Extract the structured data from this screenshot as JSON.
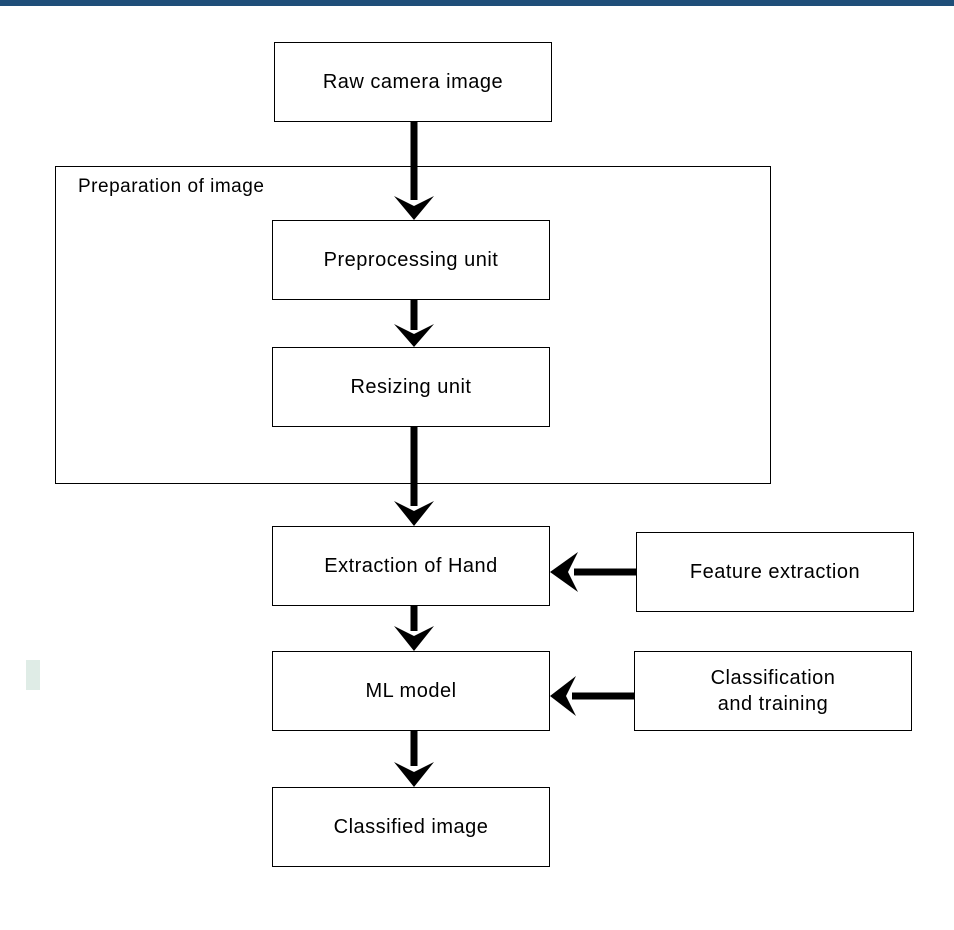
{
  "diagram": {
    "group_label": "Preparation of image",
    "nodes": {
      "raw_camera_image": "Raw camera image",
      "preprocessing_unit": "Preprocessing unit",
      "resizing_unit": "Resizing unit",
      "extraction_of_hand": "Extraction of Hand",
      "feature_extraction": "Feature extraction",
      "ml_model": "ML model",
      "classification_training": "Classification\nand training",
      "classified_image": "Classified image"
    },
    "edges": [
      [
        "Raw camera image",
        "Preprocessing unit"
      ],
      [
        "Preprocessing unit",
        "Resizing unit"
      ],
      [
        "Resizing unit",
        "Extraction of Hand"
      ],
      [
        "Feature extraction",
        "Extraction of Hand"
      ],
      [
        "Extraction of Hand",
        "ML model"
      ],
      [
        "Classification\nand training",
        "ML model"
      ],
      [
        "ML model",
        "Classified image"
      ]
    ]
  },
  "colors": {
    "top_bar": "#1f4e79",
    "stroke": "#000000"
  }
}
